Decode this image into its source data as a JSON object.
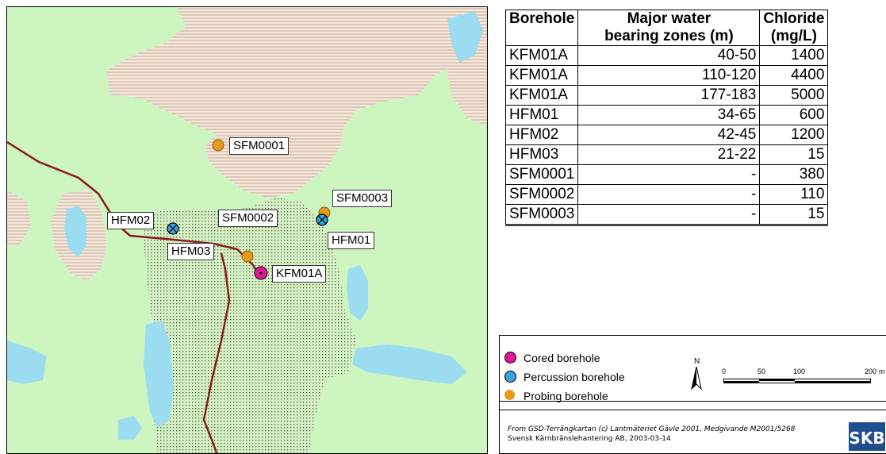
{
  "map": {
    "labels": {
      "sfm0001": "SFM0001",
      "sfm0002": "SFM0002",
      "sfm0003": "SFM0003",
      "hfm01": "HFM01",
      "hfm02": "HFM02",
      "hfm03": "HFM03",
      "kfm01a": "KFM01A"
    },
    "colors": {
      "land": "#cdf5c0",
      "water": "#9bdcf0",
      "wetland_hatch": "#c8b09a",
      "dotted_area": "#4a6a3a",
      "road": "#8b1a1a",
      "cored": "#e0189a",
      "percussion": "#3aa6e0",
      "probing": "#e59a1a"
    }
  },
  "table": {
    "headers": {
      "borehole": "Borehole",
      "zones_line1": "Major water",
      "zones_line2": "bearing zones (m)",
      "chloride_line1": "Chloride",
      "chloride_line2": "(mg/L)"
    },
    "rows": [
      {
        "borehole": "KFM01A",
        "zones": "40-50",
        "chloride": "1400"
      },
      {
        "borehole": "KFM01A",
        "zones": "110-120",
        "chloride": "4400"
      },
      {
        "borehole": "KFM01A",
        "zones": "177-183",
        "chloride": "5000"
      },
      {
        "borehole": "HFM01",
        "zones": "34-65",
        "chloride": "600"
      },
      {
        "borehole": "HFM02",
        "zones": "42-45",
        "chloride": "1200"
      },
      {
        "borehole": "HFM03",
        "zones": "21-22",
        "chloride": "15"
      },
      {
        "borehole": "SFM0001",
        "zones": "-",
        "chloride": "380"
      },
      {
        "borehole": "SFM0002",
        "zones": "-",
        "chloride": "110"
      },
      {
        "borehole": "SFM0003",
        "zones": "-",
        "chloride": "15"
      }
    ]
  },
  "legend": {
    "cored": "Cored borehole",
    "percussion": "Percussion borehole",
    "probing": "Probing borehole",
    "north": "N",
    "scale_ticks": [
      "0",
      "50",
      "100",
      "200"
    ],
    "scale_unit": "m",
    "credit_line1": "From GSD-Terrängkartan (c) Lantmäteriet Gävle 2001, Medgivande M2001/5268",
    "credit_line2": "Svensk Kärnbränslehantering AB, 2003-03-14",
    "logo_text": "SKB"
  }
}
